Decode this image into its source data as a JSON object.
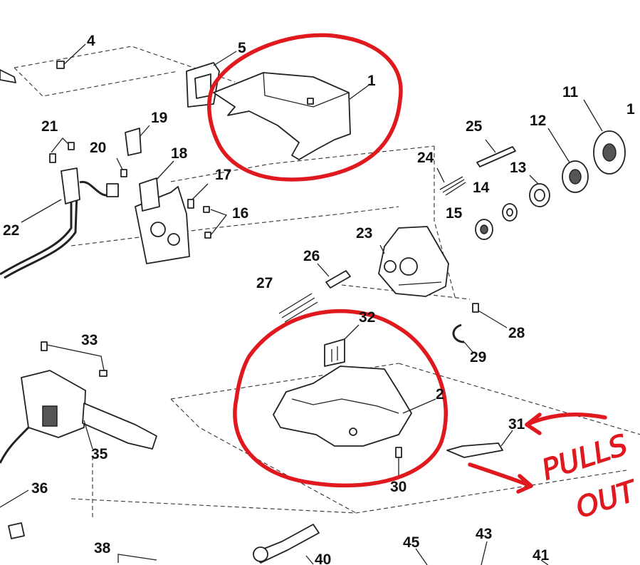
{
  "labels": {
    "l1": "1",
    "l1b": "1",
    "l2": "2",
    "l4": "4",
    "l5": "5",
    "l11": "11",
    "l12": "12",
    "l13": "13",
    "l14": "14",
    "l15": "15",
    "l16": "16",
    "l17": "17",
    "l18": "18",
    "l19": "19",
    "l20": "20",
    "l21": "21",
    "l22": "22",
    "l23": "23",
    "l24": "24",
    "l25": "25",
    "l26": "26",
    "l27": "27",
    "l28": "28",
    "l29": "29",
    "l30": "30",
    "l31": "31",
    "l32": "32",
    "l33": "33",
    "l35": "35",
    "l36": "36",
    "l38": "38",
    "l40": "40",
    "l41": "41",
    "l43": "43",
    "l45": "45"
  },
  "annotation": {
    "line1": "PULLS",
    "line2": "OUT",
    "color": "#e0191f"
  }
}
